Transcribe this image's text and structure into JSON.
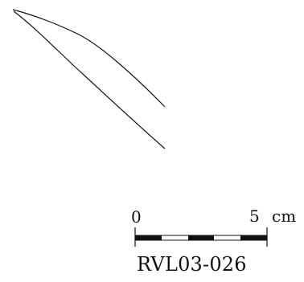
{
  "scale_bar": {
    "start_label": "0",
    "end_value": "5",
    "unit": "cm",
    "segments": 5
  },
  "catalog_id": "RVL03-026",
  "colors": {
    "ink": "#111111",
    "background": "#ffffff"
  }
}
